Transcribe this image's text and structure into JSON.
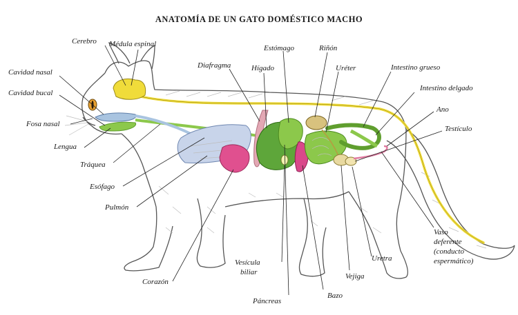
{
  "title": "ANATOMÍA DE UN GATO DOMÉSTICO MACHO",
  "colors": {
    "nervous": "#f0dc3a",
    "digestive": "#8cc84b",
    "digestive_dark": "#5f9e2e",
    "lung": "#c8d4ea",
    "heart": "#e0508f",
    "liver": "#5ea63a",
    "spleen": "#d9488a",
    "kidney": "#d8c27e",
    "vas_deferens": "#e07aa0",
    "diaphragm": "#e3a8b4"
  },
  "labels": {
    "cerebro": "Cerebro",
    "medula": "Médula espinal",
    "estomago": "Estómago",
    "rinon": "Riñón",
    "cavidad_nasal": "Cavidad nasal",
    "diafragma": "Diafragma",
    "higado": "Hígado",
    "ureter": "Uréter",
    "intestino_grueso": "Intestino grueso",
    "cavidad_bucal": "Cavidad bucal",
    "intestino_delgado": "Intestino delgado",
    "fosa_nasal": "Fosa nasal",
    "ano": "Ano",
    "lengua": "Lengua",
    "testiculo": "Testículo",
    "traquea": "Tráquea",
    "esofago": "Esófago",
    "pulmon": "Pulmón",
    "vaso_1": "Vaso",
    "vaso_2": "deferente",
    "vaso_3": "(conducto",
    "vaso_4": "espermático)",
    "uretra": "Uretra",
    "vesicula_1": "Vesícula",
    "vesicula_2": "biliar",
    "vejiga": "Vejiga",
    "corazon": "Corazón",
    "bazo": "Bazo",
    "pancreas": "Páncreas"
  }
}
